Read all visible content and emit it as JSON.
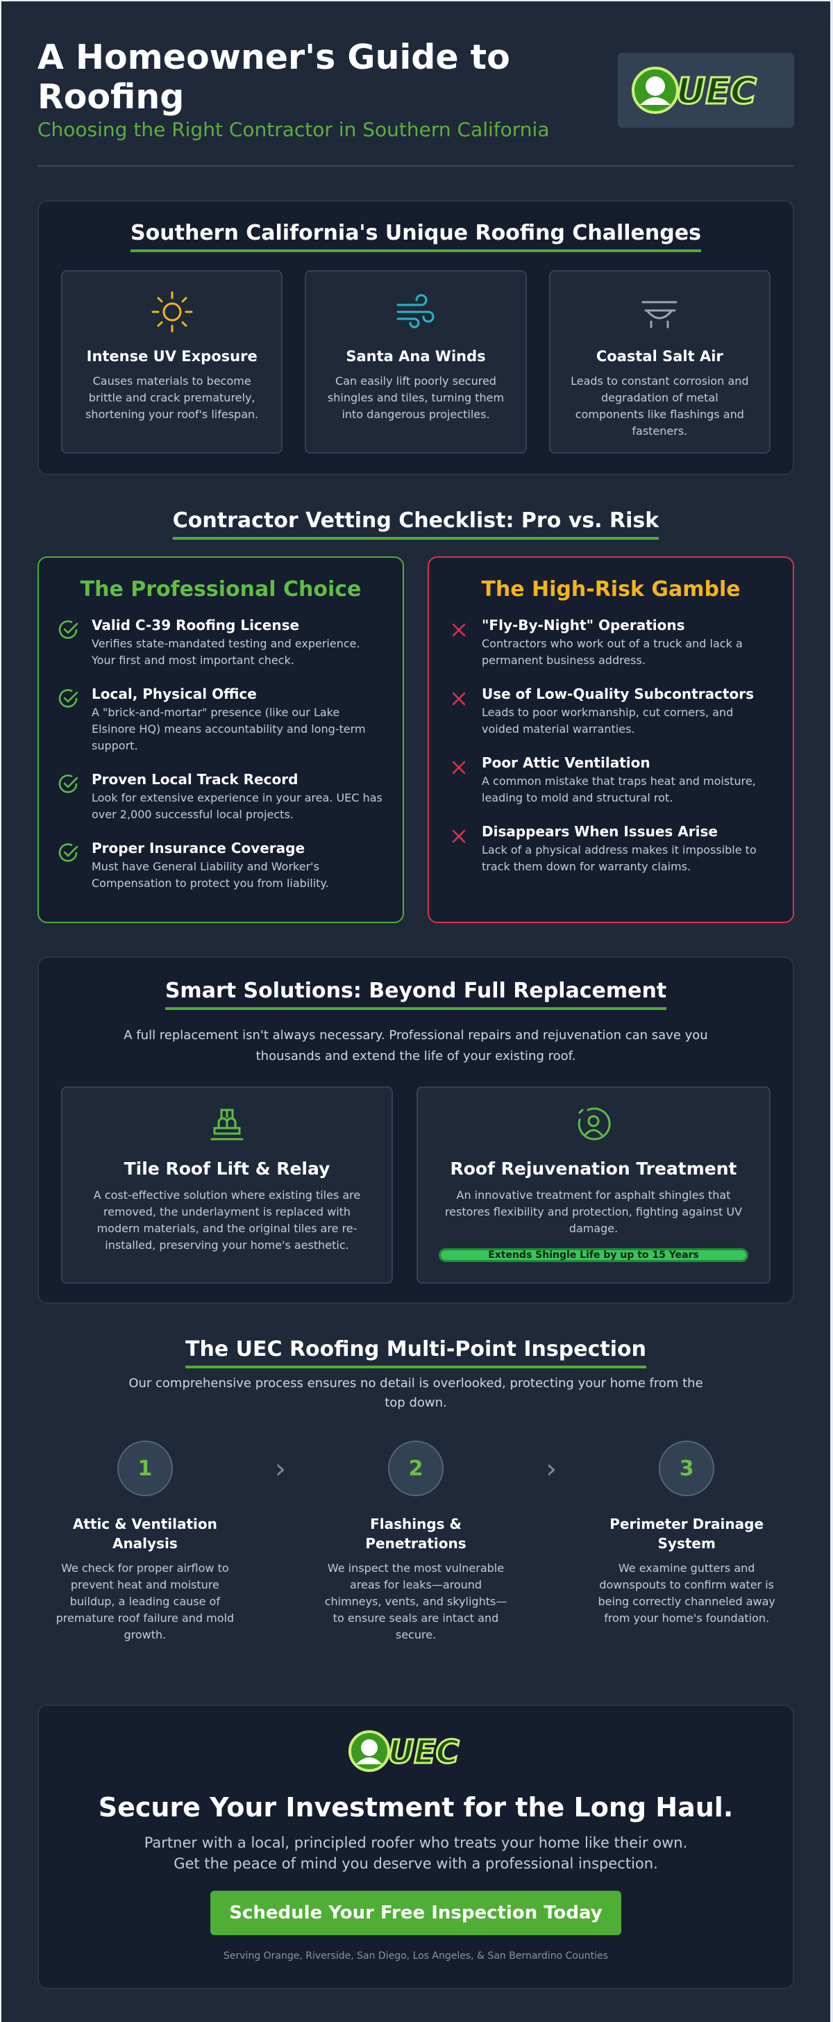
{
  "header": {
    "title": "A Homeowner's Guide to Roofing",
    "subtitle": "Choosing the Right Contractor in Southern California",
    "logo_text": "UEC"
  },
  "challenges": {
    "title": "Southern California's Unique Roofing Challenges",
    "items": [
      {
        "icon": "sun-icon",
        "name": "Intense UV Exposure",
        "desc": "Causes materials to become brittle and crack prematurely, shortening your roof's lifespan."
      },
      {
        "icon": "wind-icon",
        "name": "Santa Ana Winds",
        "desc": "Can easily lift poorly secured shingles and tiles, turning them into dangerous projectiles."
      },
      {
        "icon": "salt-air-icon",
        "name": "Coastal Salt Air",
        "desc": "Leads to constant corrosion and degradation of metal components like flashings and fasteners."
      }
    ]
  },
  "checklist": {
    "title": "Contractor Vetting Checklist: Pro vs. Risk",
    "pro": {
      "title": "The Professional Choice",
      "items": [
        {
          "name": "Valid C-39 Roofing License",
          "desc": "Verifies state-mandated testing and experience. Your first and most important check."
        },
        {
          "name": "Local, Physical Office",
          "desc": "A \"brick-and-mortar\" presence (like our Lake Elsinore HQ) means accountability and long-term support."
        },
        {
          "name": "Proven Local Track Record",
          "desc": "Look for extensive experience in your area. UEC has over 2,000 successful local projects."
        },
        {
          "name": "Proper Insurance Coverage",
          "desc": "Must have General Liability and Worker's Compensation to protect you from liability."
        }
      ]
    },
    "risk": {
      "title": "The High-Risk Gamble",
      "items": [
        {
          "name": "\"Fly-By-Night\" Operations",
          "desc": "Contractors who work out of a truck and lack a permanent business address."
        },
        {
          "name": "Use of Low-Quality Subcontractors",
          "desc": "Leads to poor workmanship, cut corners, and voided material warranties."
        },
        {
          "name": "Poor Attic Ventilation",
          "desc": "A common mistake that traps heat and moisture, leading to mold and structural rot."
        },
        {
          "name": "Disappears When Issues Arise",
          "desc": "Lack of a physical address makes it impossible to track them down for warranty claims."
        }
      ]
    }
  },
  "solutions": {
    "title": "Smart Solutions: Beyond Full Replacement",
    "intro": "A full replacement isn't always necessary. Professional repairs and rejuvenation can save you thousands and extend the life of your existing roof.",
    "items": [
      {
        "icon": "tile-stack-icon",
        "name": "Tile Roof Lift & Relay",
        "desc": "A cost-effective solution where existing tiles are removed, the underlayment is replaced with modern materials, and the original tiles are re-installed, preserving your home's aesthetic."
      },
      {
        "icon": "rejuvenation-icon",
        "name": "Roof Rejuvenation Treatment",
        "desc": "An innovative treatment for asphalt shingles that restores flexibility and protection, fighting against UV damage.",
        "badge": "Extends Shingle Life by up to 15 Years"
      }
    ]
  },
  "inspection": {
    "title": "The UEC Roofing Multi-Point Inspection",
    "intro": "Our comprehensive process ensures no detail is overlooked, protecting your home from the top down.",
    "steps": [
      {
        "num": "1",
        "name": "Attic & Ventilation Analysis",
        "desc": "We check for proper airflow to prevent heat and moisture buildup, a leading cause of premature roof failure and mold growth."
      },
      {
        "num": "2",
        "name": "Flashings & Penetrations",
        "desc": "We inspect the most vulnerable areas for leaks—around chimneys, vents, and skylights—to ensure seals are intact and secure."
      },
      {
        "num": "3",
        "name": "Perimeter Drainage System",
        "desc": "We examine gutters and downspouts to confirm water is being correctly channeled away from your home's foundation."
      }
    ],
    "arrow": "›"
  },
  "cta": {
    "logo_text": "UEC",
    "title": "Secure Your Investment for the Long Haul.",
    "sub_line1": "Partner with a local, principled roofer who treats your home like their own.",
    "sub_line2": "Get the peace of mind you deserve with a professional inspection.",
    "button": "Schedule Your Free Inspection Today",
    "footer": "Serving Orange, Riverside, San Diego, Los Angeles, & San Bernardino Counties"
  },
  "colors": {
    "page_bg": "#1f293a",
    "card_bg": "#161d2e",
    "accent_green": "#4fae35",
    "risk_red": "#d9344a",
    "risk_title": "#f2b51c"
  }
}
